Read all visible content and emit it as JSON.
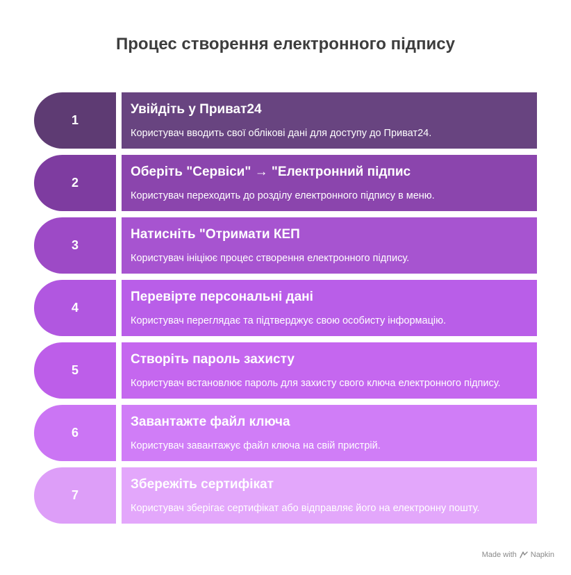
{
  "title": "Процес створення електронного підпису",
  "steps": [
    {
      "number": "1",
      "title": "Увійдіть у Приват24",
      "description": "Користувач вводить свої облікові дані для доступу до Приват24.",
      "number_color": "#5e3b73",
      "content_color": "#684480"
    },
    {
      "number": "2",
      "title": "Оберіть \"Сервіси\" → \"Електронний підпис",
      "description": "Користувач переходить до розділу електронного підпису в меню.",
      "number_color": "#7e3ca0",
      "content_color": "#8b45ad"
    },
    {
      "number": "3",
      "title": "Натисніть \"Отримати КЕП",
      "description": "Користувач ініціює процес створення електронного підпису.",
      "number_color": "#9d4ac6",
      "content_color": "#a754d0"
    },
    {
      "number": "4",
      "title": "Перевірте персональні дані",
      "description": "Користувач переглядає та підтверджує свою особисту інформацію.",
      "number_color": "#b157e0",
      "content_color": "#b95ee8"
    },
    {
      "number": "5",
      "title": "Створіть пароль захисту",
      "description": "Користувач встановлює пароль для захисту свого ключа електронного підпису.",
      "number_color": "#bd5ee9",
      "content_color": "#c567ef"
    },
    {
      "number": "6",
      "title": "Завантажте файл ключа",
      "description": "Користувач завантажує файл ключа на свій пристрій.",
      "number_color": "#cb75f4",
      "content_color": "#d07df7"
    },
    {
      "number": "7",
      "title": "Збережіть сертифікат",
      "description": "Користувач зберігає сертифікат або відправляє його на електронну пошту.",
      "number_color": "#dd9ef8",
      "content_color": "#e3a7fb"
    }
  ],
  "footer": {
    "made_with": "Made with",
    "brand": "Napkin",
    "icon": "napkin-logo-icon"
  }
}
